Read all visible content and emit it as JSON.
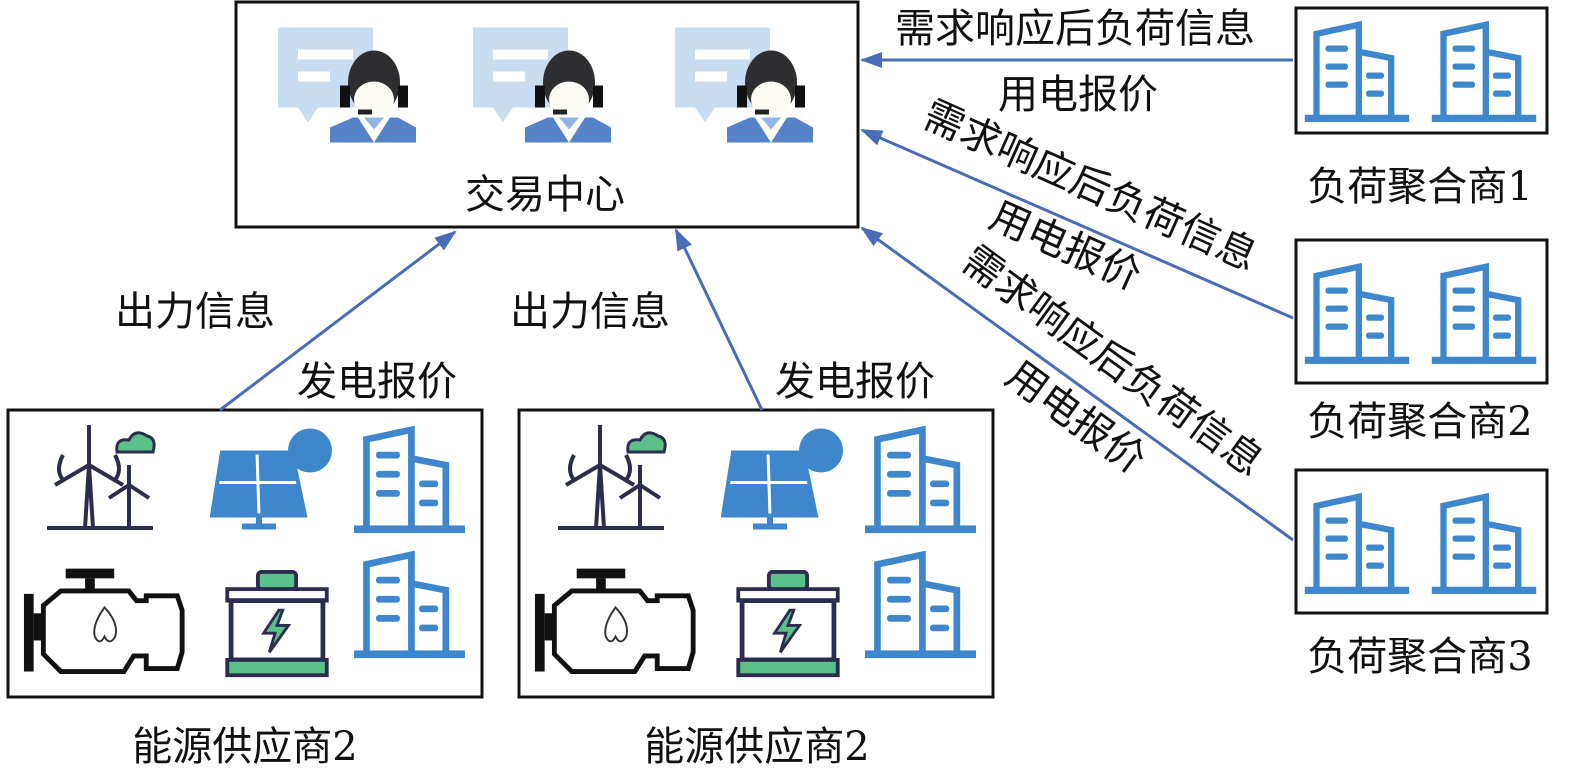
{
  "trading_center": {
    "label": "交易中心",
    "icons": [
      "customer-service-agent-icon",
      "customer-service-agent-icon",
      "customer-service-agent-icon"
    ]
  },
  "suppliers": [
    {
      "label": "能源供应商2",
      "out_label": "出力信息",
      "bid_label": "发电报价",
      "icons": [
        "wind-turbine-icon",
        "solar-panel-icon",
        "building-icon",
        "engine-icon",
        "battery-icon",
        "building-icon"
      ]
    },
    {
      "label": "能源供应商2",
      "out_label": "出力信息",
      "bid_label": "发电报价",
      "icons": [
        "wind-turbine-icon",
        "solar-panel-icon",
        "building-icon",
        "engine-icon",
        "battery-icon",
        "building-icon"
      ]
    }
  ],
  "aggregators": [
    {
      "label": "负荷聚合商1",
      "info_label": "需求响应后负荷信息",
      "bid_label": "用电报价"
    },
    {
      "label": "负荷聚合商2",
      "info_label": "需求响应后负荷信息",
      "bid_label": "用电报价"
    },
    {
      "label": "负荷聚合商3",
      "info_label": "需求响应后负荷信息",
      "bid_label": "用电报价"
    }
  ],
  "colors": {
    "arrow": "#4a6bb5",
    "icon_blue": "#3f87cc",
    "icon_navy": "#2b2d4f",
    "icon_green": "#5cc08a"
  }
}
